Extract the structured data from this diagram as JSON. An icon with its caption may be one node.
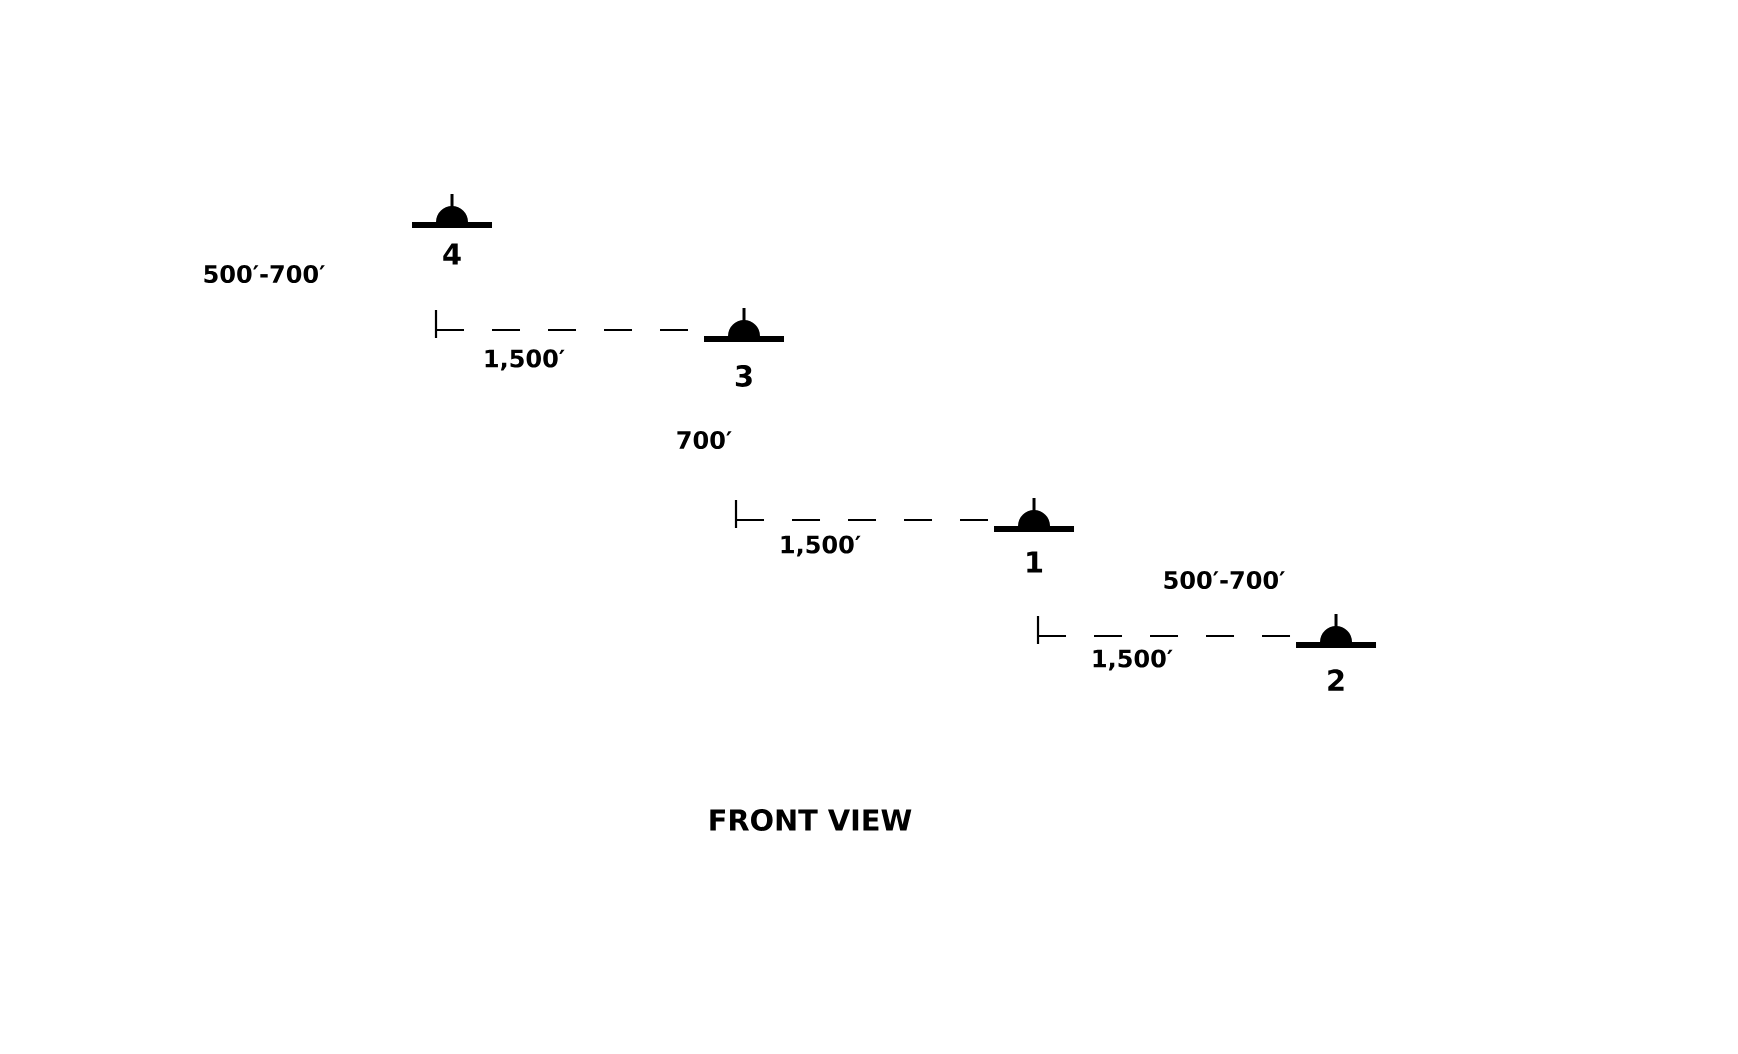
{
  "diagram": {
    "caption": "FRONT VIEW",
    "nodes": [
      {
        "text": [
          "4"
        ]
      },
      {
        "text": [
          "3"
        ]
      },
      {
        "text": [
          "1"
        ]
      },
      {
        "text": [
          "2"
        ]
      }
    ],
    "labels": [
      "500′-700′",
      "1,500′",
      "700′",
      "1,500′",
      "500′-700′",
      "1,500′"
    ]
  }
}
